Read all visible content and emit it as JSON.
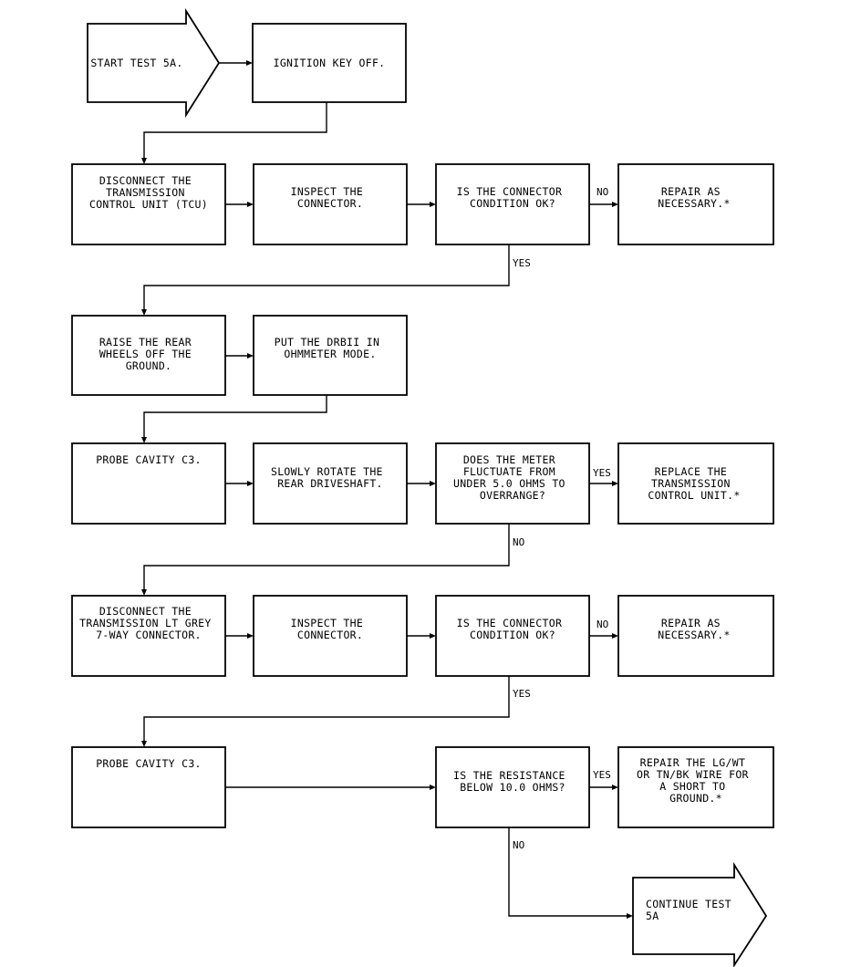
{
  "start": "START TEST 5A.",
  "ignition": "IGNITION KEY OFF.",
  "row1": {
    "disconnect": [
      "DISCONNECT THE",
      "TRANSMISSION",
      "CONTROL UNIT (TCU)"
    ],
    "inspect": [
      "INSPECT THE",
      "CONNECTOR."
    ],
    "question": [
      "IS THE CONNECTOR",
      "CONDITION OK?"
    ],
    "repair": [
      "REPAIR AS",
      "NECESSARY.*"
    ]
  },
  "row2": {
    "raise": [
      "RAISE THE REAR",
      "WHEELS OFF THE",
      "GROUND."
    ],
    "put": [
      "PUT THE DRBII IN",
      "OHMMETER MODE."
    ]
  },
  "row3": {
    "probe": [
      "PROBE CAVITY C3."
    ],
    "rotate": [
      "SLOWLY ROTATE THE",
      "REAR DRIVESHAFT."
    ],
    "question": [
      "DOES THE METER",
      "FLUCTUATE FROM",
      "UNDER 5.0 OHMS TO",
      "OVERRANGE?"
    ],
    "replace": [
      "REPLACE THE",
      "TRANSMISSION",
      "CONTROL UNIT.*"
    ]
  },
  "row4": {
    "disconnect": [
      "DISCONNECT THE",
      "TRANSMISSION LT GREY",
      "7-WAY CONNECTOR."
    ],
    "inspect": [
      "INSPECT THE",
      "CONNECTOR."
    ],
    "question": [
      "IS THE CONNECTOR",
      "CONDITION OK?"
    ],
    "repair": [
      "REPAIR AS",
      "NECESSARY.*"
    ]
  },
  "row5": {
    "probe": [
      "PROBE CAVITY C3."
    ],
    "question": [
      "IS THE RESISTANCE",
      "BELOW 10.0 OHMS?"
    ],
    "repair": [
      "REPAIR THE LG/WT",
      "OR TN/BK WIRE FOR",
      "A SHORT TO",
      "GROUND.*"
    ]
  },
  "continue": [
    "CONTINUE TEST",
    "5A"
  ],
  "labels": {
    "no1": "NO",
    "yes1": "YES",
    "yes2": "YES",
    "no2": "NO",
    "no3": "NO",
    "yes3": "YES",
    "yes4": "YES",
    "no4": "NO"
  }
}
